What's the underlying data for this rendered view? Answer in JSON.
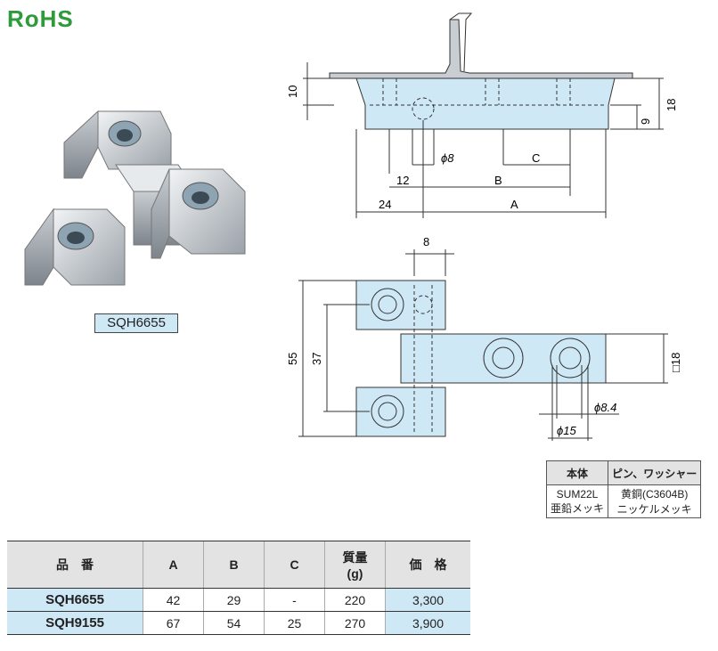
{
  "logo": {
    "text": "RoHS"
  },
  "product_image": {
    "model_label": "SQH6655"
  },
  "drawings": {
    "top": {
      "d10": "10",
      "d18": "18",
      "d9": "9",
      "phi8": "ϕ8",
      "C": "C",
      "d12": "12",
      "B": "B",
      "d24": "24",
      "A": "A"
    },
    "bottom": {
      "d8": "8",
      "d55": "55",
      "d37": "37",
      "sq18": "□18",
      "phi8_4": "ϕ8.4",
      "phi15": "ϕ15"
    }
  },
  "materials": {
    "headers": [
      "本体",
      "ピン、ワッシャー"
    ],
    "row1": [
      "SUM22L",
      "黄銅(C3604B)"
    ],
    "row2": [
      "亜鉛メッキ",
      "ニッケルメッキ"
    ]
  },
  "spec_table": {
    "headers": {
      "part": "品　番",
      "a": "A",
      "b": "B",
      "c": "C",
      "mass_line1": "質量",
      "mass_line2": "(g)",
      "price": "価　格"
    },
    "rows": [
      {
        "part": "SQH6655",
        "a": "42",
        "b": "29",
        "c": "-",
        "mass": "220",
        "price": "3,300"
      },
      {
        "part": "SQH9155",
        "a": "67",
        "b": "54",
        "c": "25",
        "mass": "270",
        "price": "3,900"
      }
    ]
  },
  "colors": {
    "accent_blue": "#cfe8f6",
    "rohs_green": "#2e9a3a",
    "header_gray": "#e3e3e3"
  }
}
